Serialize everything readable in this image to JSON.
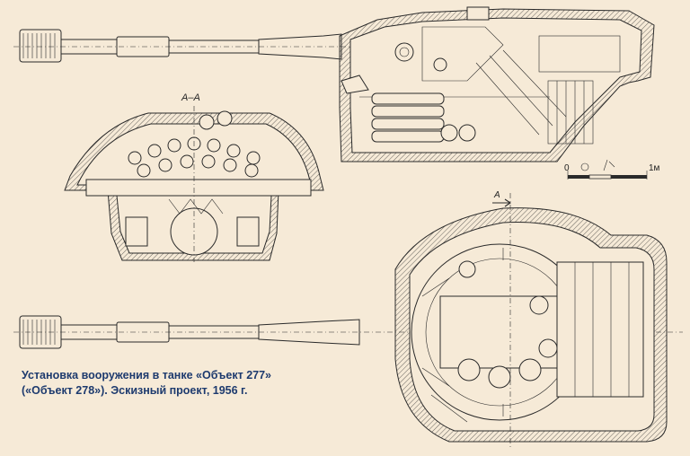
{
  "section_label": "А–А",
  "section_marker": "А",
  "scale": {
    "zero": "0",
    "unit": "1м"
  },
  "caption": {
    "line1": "Установка вооружения в танке «Объект 277»",
    "line2": "(«Объект 278»). Эскизный проект, 1956 г."
  },
  "colors": {
    "paper": "#f6ead7",
    "ink": "#2a2a2a",
    "caption": "#1d3a6e"
  }
}
